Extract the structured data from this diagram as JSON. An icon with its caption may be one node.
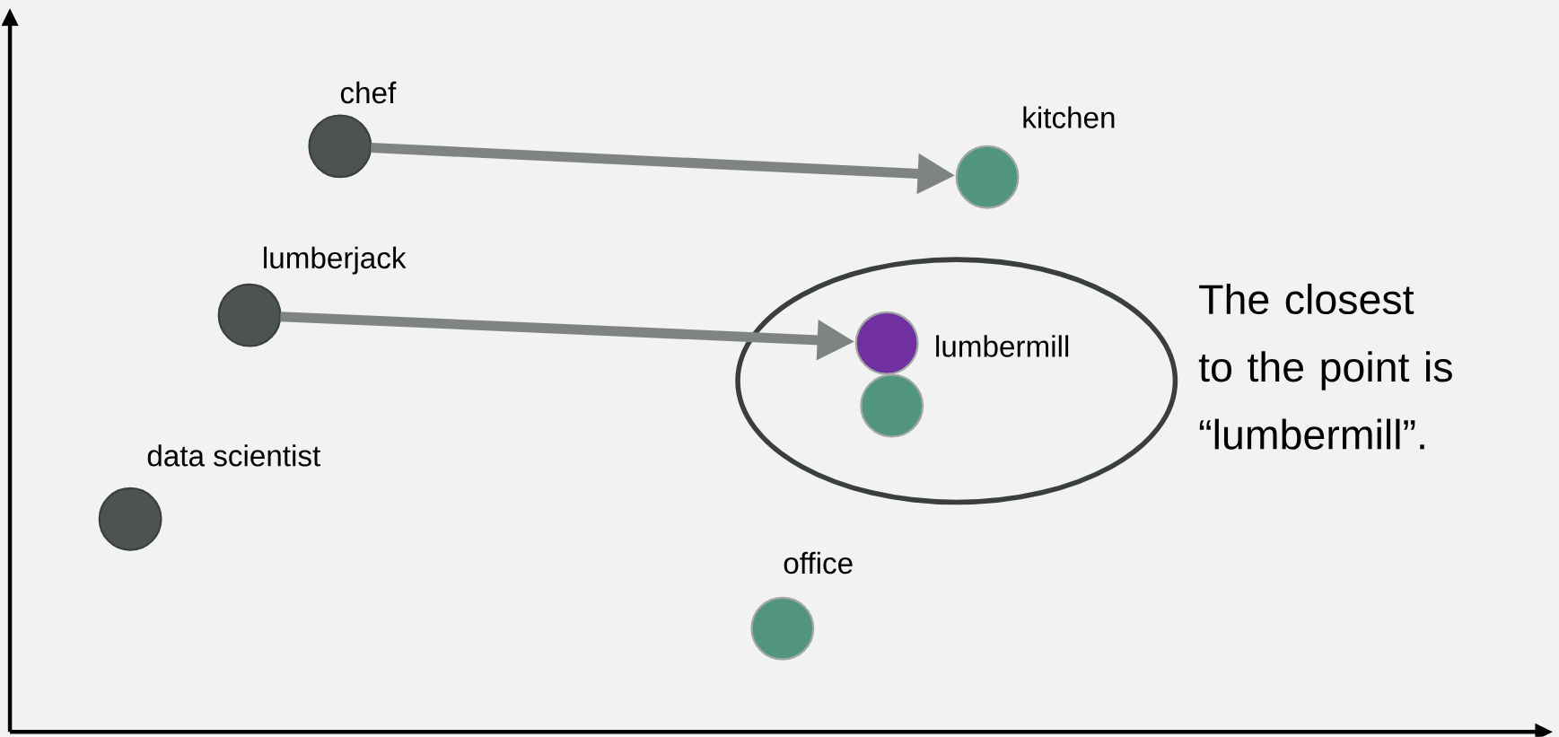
{
  "diagram": {
    "nodes": [
      {
        "text": [
          "chef"
        ]
      },
      {
        "text": [
          "kitchen"
        ]
      },
      {
        "text": [
          "lumberjack"
        ]
      },
      {
        "text": [],
        "shape": "ellipse"
      },
      {
        "text": [],
        "shape": "circle",
        "in": 3
      },
      {
        "text": [
          "lumbermill"
        ],
        "in": 3
      },
      {
        "text": [
          "data scientist"
        ]
      },
      {
        "text": [
          "office"
        ]
      }
    ],
    "edges": [
      {
        "from": 0,
        "to": 1,
        "arrow": "to"
      },
      {
        "from": 2,
        "to": 4,
        "arrow": "to"
      }
    ],
    "labels": [
      "The closest to the point is “lumbermill”."
    ]
  }
}
